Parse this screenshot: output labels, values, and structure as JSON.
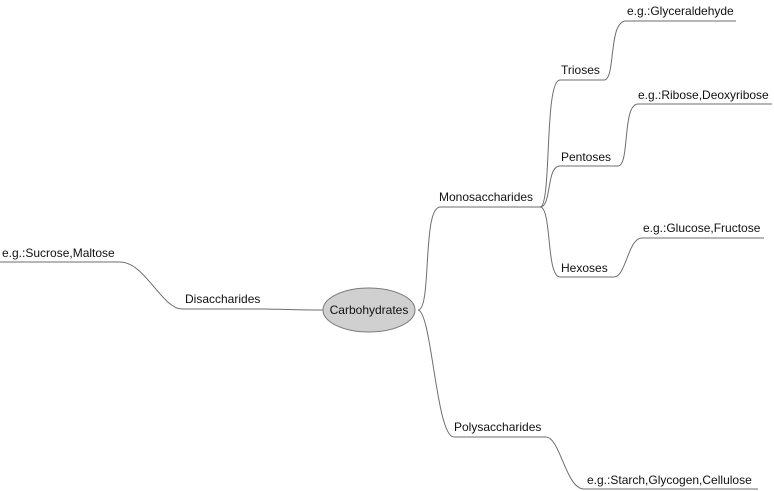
{
  "diagram": {
    "root": "Carbohydrates",
    "branches": {
      "disaccharides": {
        "label": "Disaccharides",
        "example": "e.g.:Sucrose,Maltose"
      },
      "monosaccharides": {
        "label": "Monosaccharides",
        "trioses": {
          "label": "Trioses",
          "example": "e.g.:Glyceraldehyde"
        },
        "pentoses": {
          "label": "Pentoses",
          "example": "e.g.:Ribose,Deoxyribose"
        },
        "hexoses": {
          "label": "Hexoses",
          "example": "e.g.:Glucose,Fructose"
        }
      },
      "polysaccharides": {
        "label": "Polysaccharides",
        "example": "e.g.:Starch,Glycogen,Cellulose"
      }
    }
  }
}
